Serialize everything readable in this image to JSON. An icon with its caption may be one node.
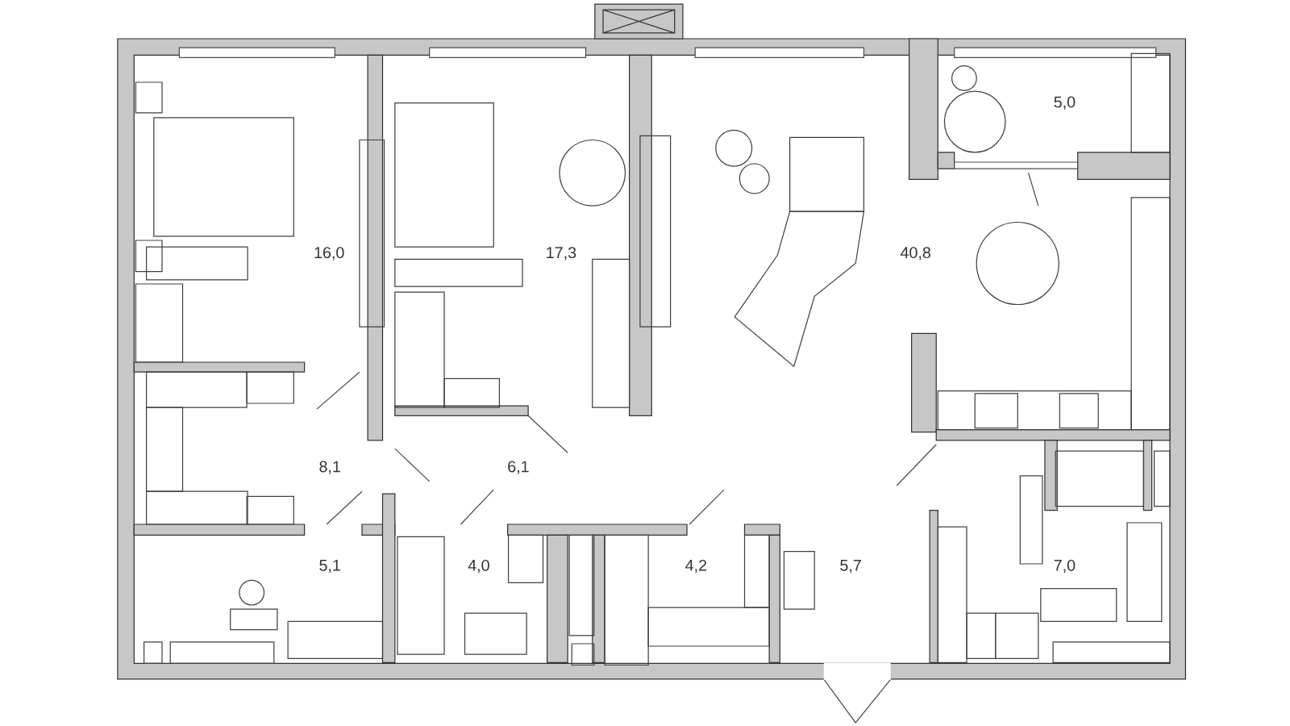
{
  "diagram": {
    "labels": [
      "5,0",
      "16,0",
      "17,3",
      "40,8",
      "8,1",
      "6,1",
      "5,1",
      "4,0",
      "4,2",
      "5,7",
      "7,0"
    ]
  }
}
